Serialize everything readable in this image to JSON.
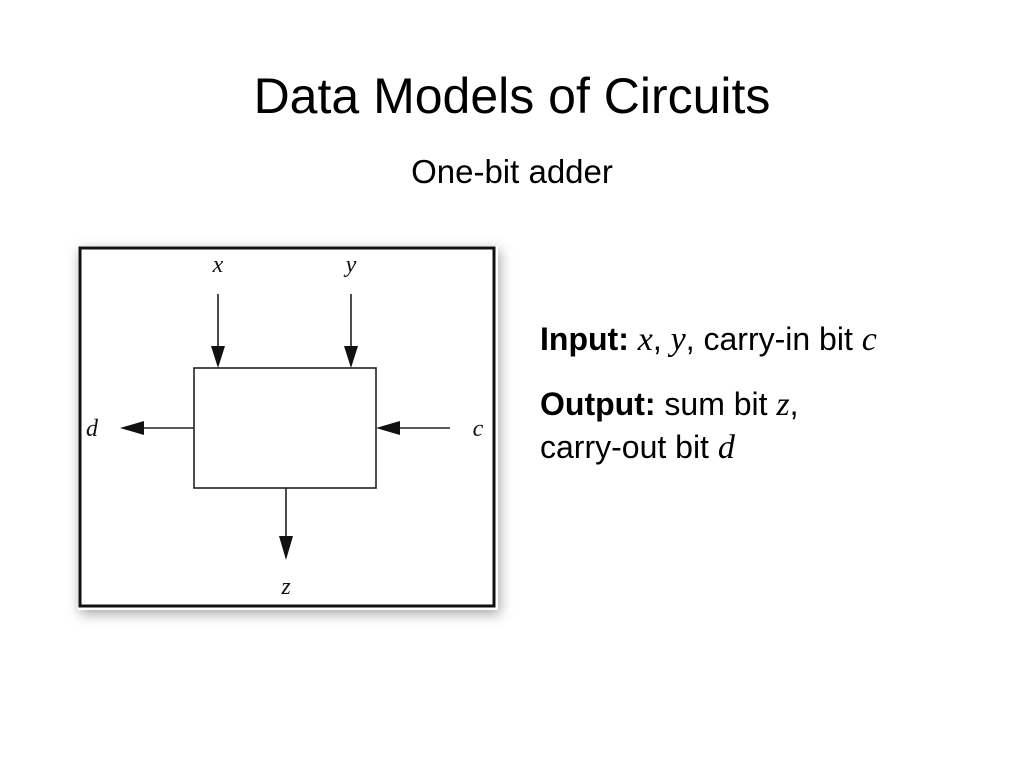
{
  "slide": {
    "title": "Data Models of Circuits",
    "subtitle": "One-bit adder"
  },
  "diagram": {
    "labels": {
      "x": "x",
      "y": "y",
      "c": "c",
      "d": "d",
      "z": "z"
    }
  },
  "description": {
    "input": {
      "label": "Input:",
      "var_x": "x",
      "sep1": ", ",
      "var_y": "y",
      "text": ", carry-in bit ",
      "var_c": "c"
    },
    "output": {
      "label": "Output:",
      "text1": " sum bit ",
      "var_z": "z",
      "sep": ",",
      "text2": "carry-out bit ",
      "var_d": "d"
    }
  }
}
